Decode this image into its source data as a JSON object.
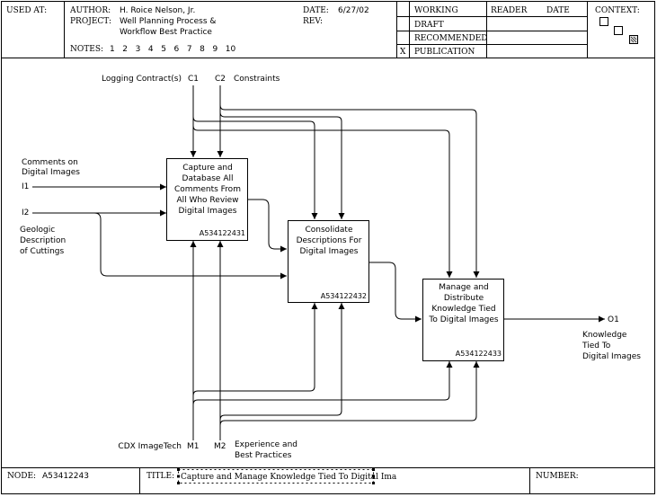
{
  "header": {
    "used_at_label": "USED AT:",
    "author_label": "AUTHOR:",
    "author_value": "H. Roice Nelson, Jr.",
    "project_label": "PROJECT:",
    "project_line1": "Well Planning Process &",
    "project_line2": "Workflow Best Practice",
    "notes_label": "NOTES:",
    "notes_numbers": "1   2   3   4   5   6   7   8   9   10",
    "date_label": "DATE:",
    "date_value": "6/27/02",
    "rev_label": "REV:",
    "status": [
      {
        "label": "WORKING",
        "checked": false
      },
      {
        "label": "DRAFT",
        "checked": false
      },
      {
        "label": "RECOMMENDED",
        "checked": false
      },
      {
        "label": "PUBLICATION",
        "checked": true
      }
    ],
    "check_mark": "X",
    "reader_label": "READER",
    "reader_date_label": "DATE",
    "context_label": "CONTEXT:"
  },
  "boxes": [
    {
      "lines": [
        "Capture and",
        "Database All",
        "Comments From",
        "All Who Review",
        "Digital Images"
      ],
      "node_id": "A534122431"
    },
    {
      "lines": [
        "Consolidate",
        "Descriptions For",
        "Digital Images"
      ],
      "node_id": "A534122432"
    },
    {
      "lines": [
        "Manage and",
        "Distribute",
        "Knowledge Tied",
        "To Digital Images"
      ],
      "node_id": "A534122433"
    }
  ],
  "inputs": [
    {
      "code": "I1",
      "label_lines": [
        "Comments on",
        "Digital Images"
      ]
    },
    {
      "code": "I2",
      "label_lines": [
        "Geologic",
        "Description",
        "of Cuttings"
      ]
    }
  ],
  "controls": [
    {
      "code": "C1",
      "label": "Logging Contract(s)"
    },
    {
      "code": "C2",
      "label": "Constraints"
    }
  ],
  "outputs": [
    {
      "code": "O1",
      "label_lines": [
        "Knowledge",
        "Tied To",
        "Digital Images"
      ]
    }
  ],
  "mechanisms": [
    {
      "code": "M1",
      "label": "CDX ImageTech"
    },
    {
      "code": "M2",
      "label_lines": [
        "Experience and",
        "Best Practices"
      ]
    }
  ],
  "footer": {
    "node_label": "NODE:",
    "node_value": "A53412243",
    "title_label": "TITLE:",
    "title_value": "Capture and Manage Knowledge Tied To Digital Ima",
    "number_label": "NUMBER:"
  }
}
